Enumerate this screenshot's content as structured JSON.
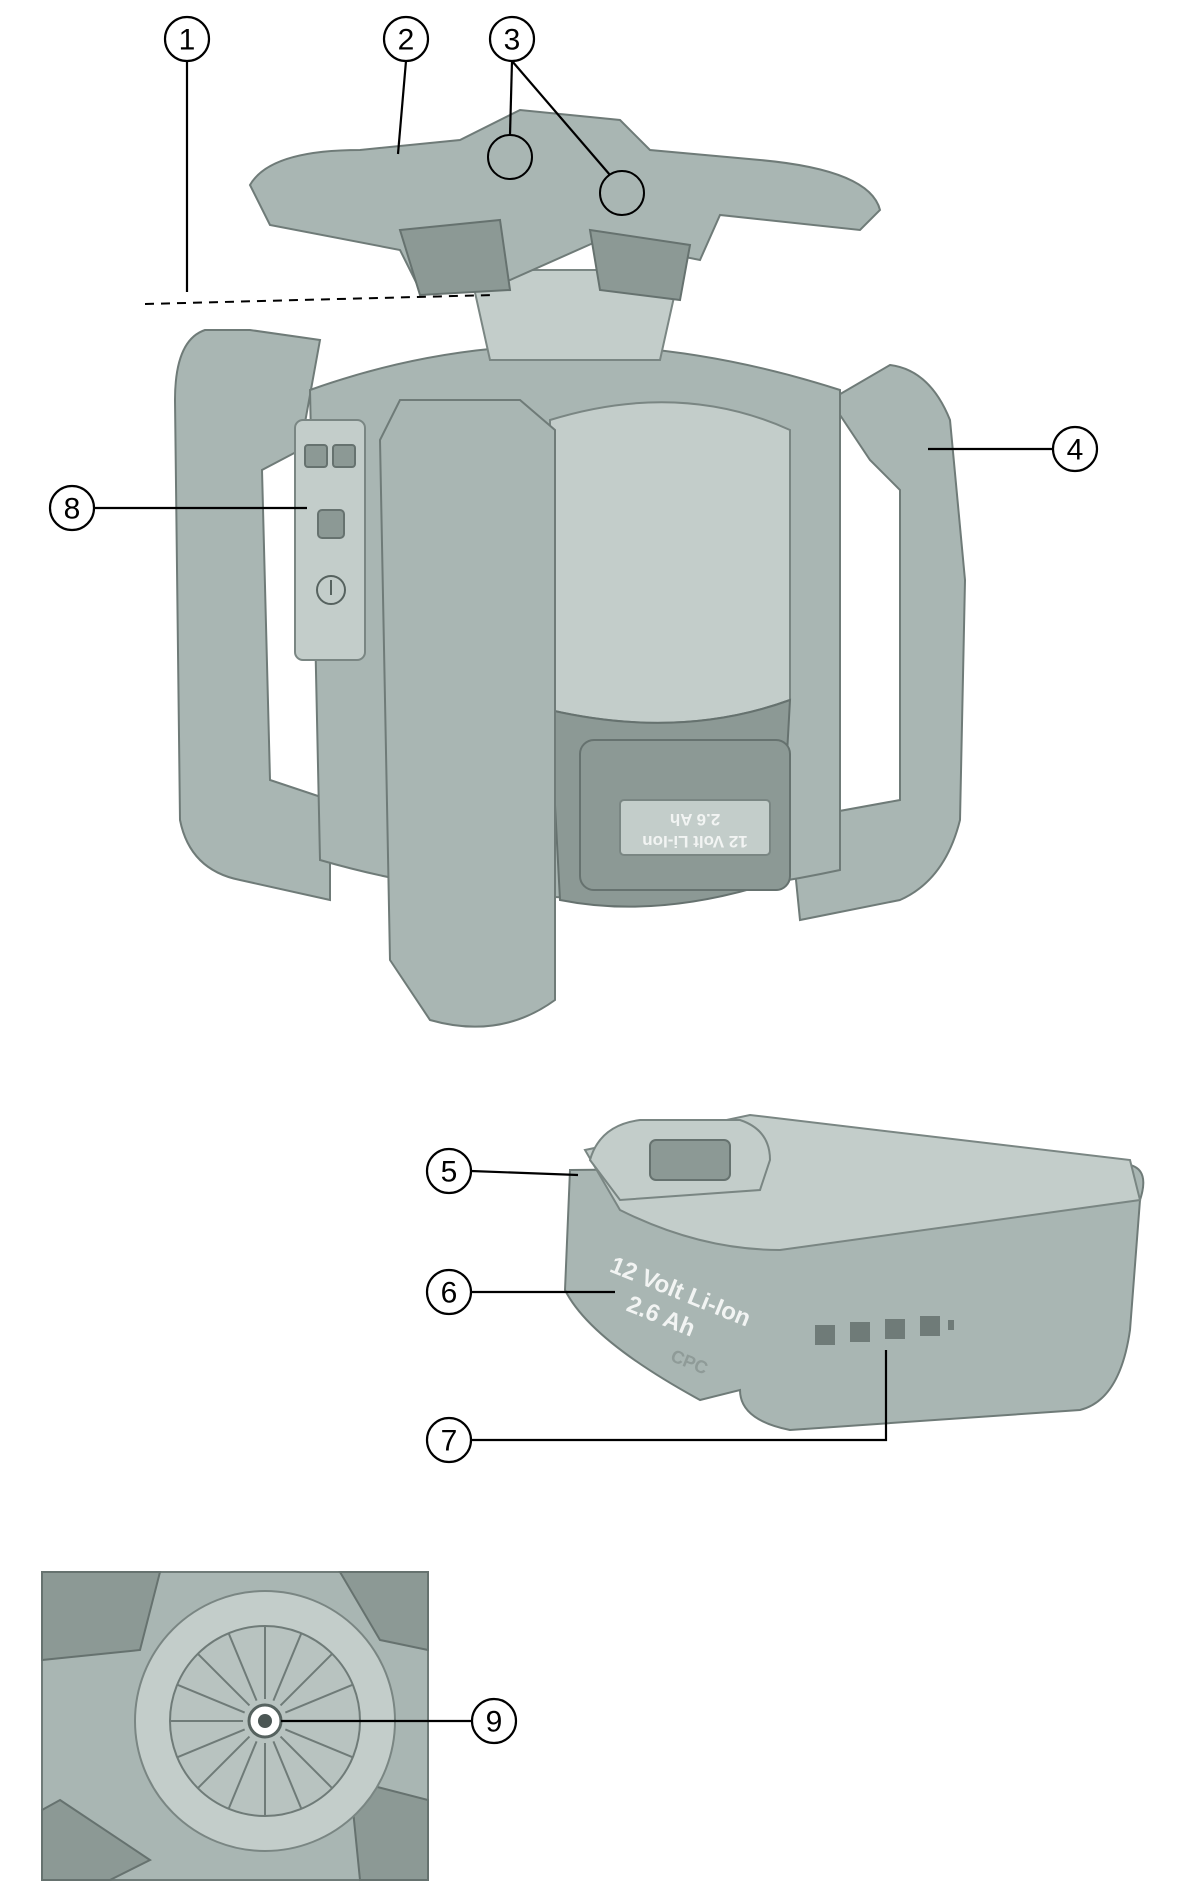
{
  "callouts": [
    "1",
    "2",
    "3",
    "4",
    "5",
    "6",
    "7",
    "8",
    "9"
  ],
  "battery_label": {
    "line1": "12 Volt Li-Ion",
    "line2": "2.6 Ah",
    "brand_mark": "CPC"
  },
  "colors": {
    "device": "#a9b6b3",
    "device_dark": "#8c9995",
    "device_light": "#c3cdca",
    "leader": "#000000"
  }
}
